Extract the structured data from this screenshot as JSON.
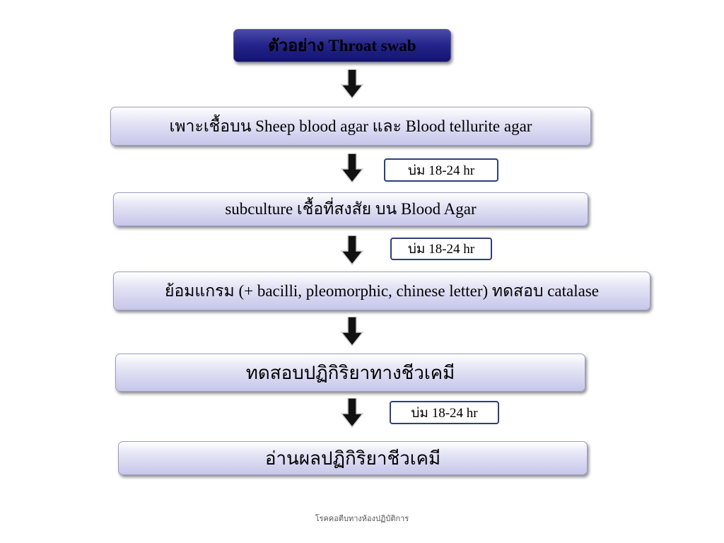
{
  "diagram": {
    "start": "ตัวอย่าง Throat swab",
    "steps": [
      "เพาะเชื้อบน Sheep blood agar และ Blood tellurite agar",
      "subculture เชื้อที่สงสัย บน Blood Agar",
      "ย้อมแกรม (+ bacilli, pleomorphic, chinese letter) ทดสอบ catalase",
      "ทดสอบปฏิกิริยาทางชีวเคมี",
      "อ่านผลปฏิกิริยาชีวเคมี"
    ],
    "incubation_notes": [
      "บ่ม 18-24 hr",
      "บ่ม 18-24 hr",
      "บ่ม 18-24 hr"
    ]
  },
  "footer": "โรคคอตีบทางห้องปฏิบัติการ",
  "colors": {
    "header_fill": "#23238a",
    "step_fill_bottom": "#c6c6ea",
    "note_border": "#2e3f7a",
    "arrow_fill": "#111111"
  }
}
